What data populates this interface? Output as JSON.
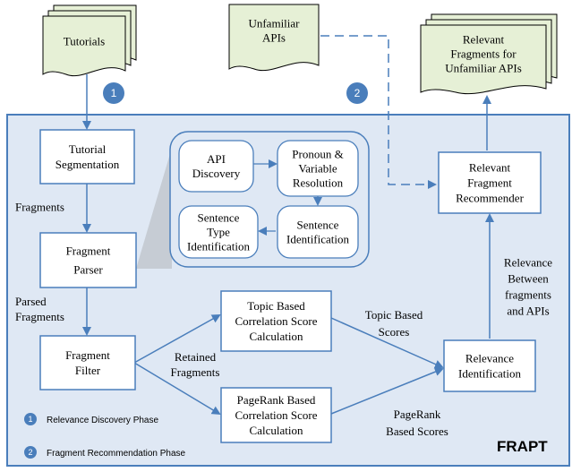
{
  "documents": {
    "tutorials": "Tutorials",
    "unfamiliar_apis": [
      "Unfamiliar",
      "APIs"
    ],
    "relevant_fragments": [
      "Relevant",
      "Fragments for",
      "Unfamiliar APIs"
    ]
  },
  "phase_markers": {
    "one": "1",
    "two": "2"
  },
  "nodes": {
    "tutorial_segmentation": [
      "Tutorial",
      "Segmentation"
    ],
    "fragment_parser": [
      "Fragment",
      "Parser"
    ],
    "fragment_filter": [
      "Fragment",
      "Filter"
    ],
    "api_discovery": [
      "API",
      "Discovery"
    ],
    "pronoun_resolution": [
      "Pronoun &",
      "Variable",
      "Resolution"
    ],
    "sentence_identification": [
      "Sentence",
      "Identification"
    ],
    "sentence_type_identification": [
      "Sentence",
      "Type",
      "Identification"
    ],
    "topic_correlation": [
      "Topic Based",
      "Correlation Score",
      "Calculation"
    ],
    "pagerank_correlation": [
      "PageRank Based",
      "Correlation Score",
      "Calculation"
    ],
    "relevance_identification": [
      "Relevance",
      "Identification"
    ],
    "fragment_recommender": [
      "Relevant",
      "Fragment",
      "Recommender"
    ]
  },
  "edge_labels": {
    "fragments": "Fragments",
    "parsed_fragments": [
      "Parsed",
      "Fragments"
    ],
    "retained_fragments": [
      "Retained",
      "Fragments"
    ],
    "topic_scores": [
      "Topic Based",
      "Scores"
    ],
    "pagerank_scores": [
      "PageRank",
      "Based Scores"
    ],
    "relevance": [
      "Relevance",
      "Between",
      "fragments",
      "and APIs"
    ]
  },
  "legend": {
    "items": [
      {
        "number": "1",
        "label": "Relevance Discovery Phase"
      },
      {
        "number": "2",
        "label": "Fragment Recommendation Phase"
      }
    ]
  },
  "system_name": "FRAPT",
  "colors": {
    "panel_fill": "#dfe8f4",
    "border": "#4a7ebb",
    "box_fill": "#ffffff",
    "doc_fill": "#e6f0d6",
    "doc_stroke": "#000000",
    "marker_fill": "#4a7ebb",
    "parser_shadow": "#c6ccd4"
  }
}
